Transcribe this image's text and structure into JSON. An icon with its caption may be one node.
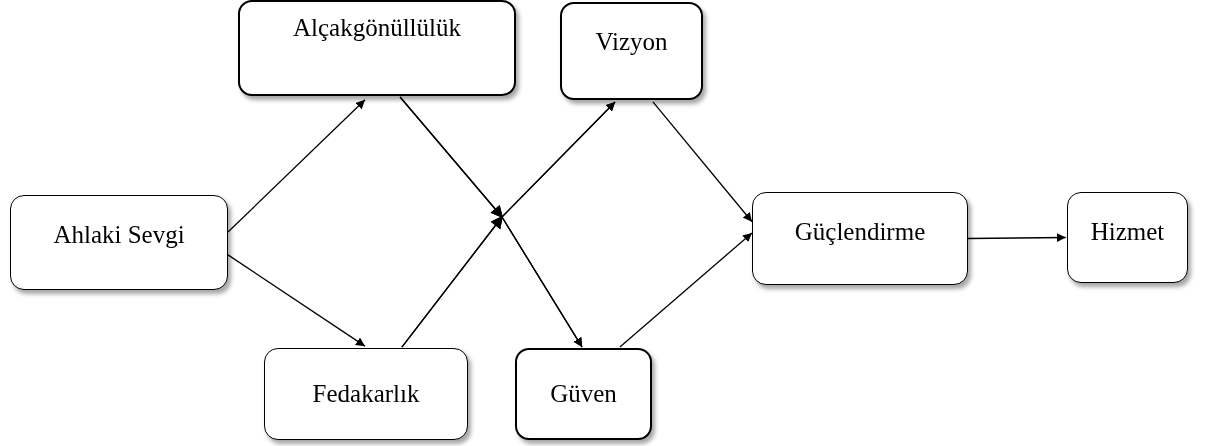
{
  "diagram": {
    "nodes": [
      {
        "text": [
          "Ahlaki Sevgi"
        ]
      },
      {
        "text": [
          "Alçakgönüllülük"
        ]
      },
      {
        "text": [
          "Vizyon"
        ]
      },
      {
        "text": [
          "Fedakarlık"
        ]
      },
      {
        "text": [
          "Güven"
        ]
      },
      {
        "text": [
          "Güçlendirme"
        ]
      },
      {
        "text": [
          "Hizmet"
        ]
      }
    ],
    "edges": [
      {
        "from": 0,
        "to": 1,
        "arrow": "to"
      },
      {
        "from": 0,
        "to": 3,
        "arrow": "to"
      },
      {
        "from": 1,
        "to": 2,
        "arrow": "to"
      },
      {
        "from": 1,
        "to": 4,
        "arrow": "to"
      },
      {
        "from": 3,
        "to": 2,
        "arrow": "to"
      },
      {
        "from": 3,
        "to": 4,
        "arrow": "to"
      },
      {
        "from": 2,
        "to": 5,
        "arrow": "to"
      },
      {
        "from": 4,
        "to": 5,
        "arrow": "to"
      },
      {
        "from": 5,
        "to": 6,
        "arrow": "to"
      }
    ]
  }
}
